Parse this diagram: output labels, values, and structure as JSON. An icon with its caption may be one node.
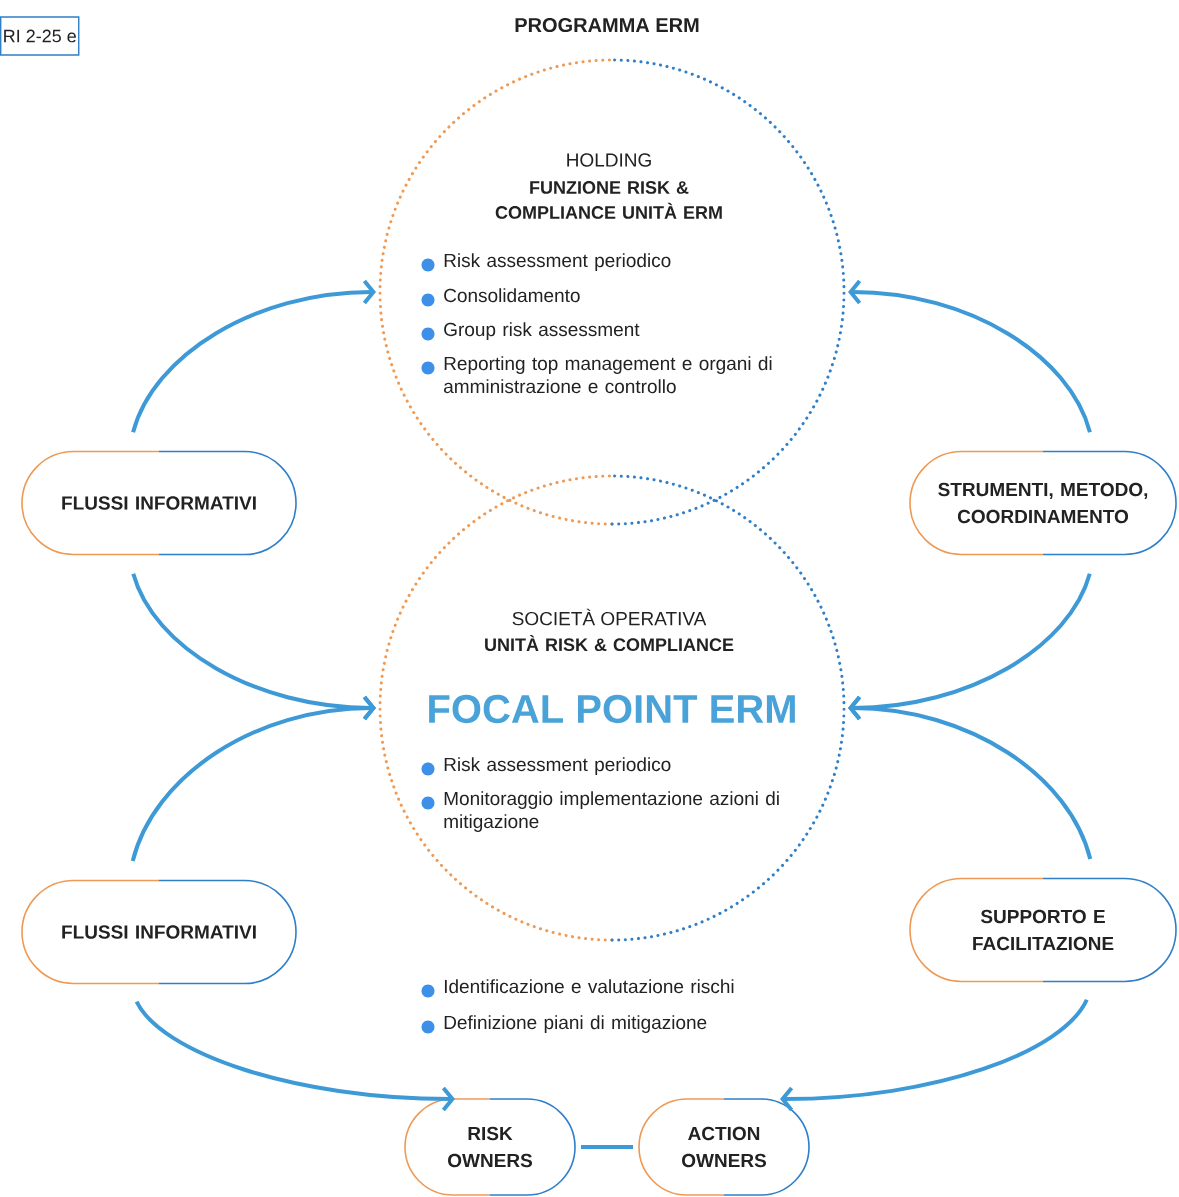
{
  "diagram": {
    "title": "PROGRAMMA ERM",
    "nodes": [
      {
        "text": [
          "HOLDING",
          "FUNZIONE RISK & COMPLIANCE UNITÀ ERM",
          "Risk assessment periodico",
          "Consolidamento",
          "Group risk assessment",
          "Reporting top management e organi di amministrazione e controllo"
        ]
      },
      {
        "text": [
          "SOCIETÀ OPERATIVA",
          "UNITÀ RISK & COMPLIANCE",
          "FOCAL POINT ERM",
          "Risk assessment periodico",
          "Monitoraggio implementazione azioni di mitigazione"
        ]
      },
      {
        "text": [
          "FLUSSI INFORMATIVI"
        ]
      },
      {
        "text": [
          "STRUMENTI, METODO, COORDINAMENTO"
        ]
      },
      {
        "text": [
          "FLUSSI INFORMATIVI"
        ]
      },
      {
        "text": [
          "SUPPORTO E FACILITAZIONE"
        ]
      },
      {
        "text": [
          "RISK OWNERS"
        ]
      },
      {
        "text": [
          "ACTION OWNERS"
        ]
      },
      {
        "text": [
          "Identificazione e valutazione rischi",
          "Definizione piani di mitigazione"
        ]
      }
    ],
    "edges": [
      {
        "from": 2,
        "to": 0,
        "arrow": "to"
      },
      {
        "from": 2,
        "to": 1,
        "arrow": "to"
      },
      {
        "from": 4,
        "to": 1,
        "arrow": "to"
      },
      {
        "from": 4,
        "to": 6,
        "arrow": "to"
      },
      {
        "from": 3,
        "to": 0,
        "arrow": "to"
      },
      {
        "from": 3,
        "to": 1,
        "arrow": "to"
      },
      {
        "from": 5,
        "to": 1,
        "arrow": "to"
      },
      {
        "from": 5,
        "to": 7,
        "arrow": "to"
      },
      {
        "from": 6,
        "to": 7,
        "arrow": "none"
      }
    ],
    "labels": [
      "RI 2-25 e"
    ]
  }
}
